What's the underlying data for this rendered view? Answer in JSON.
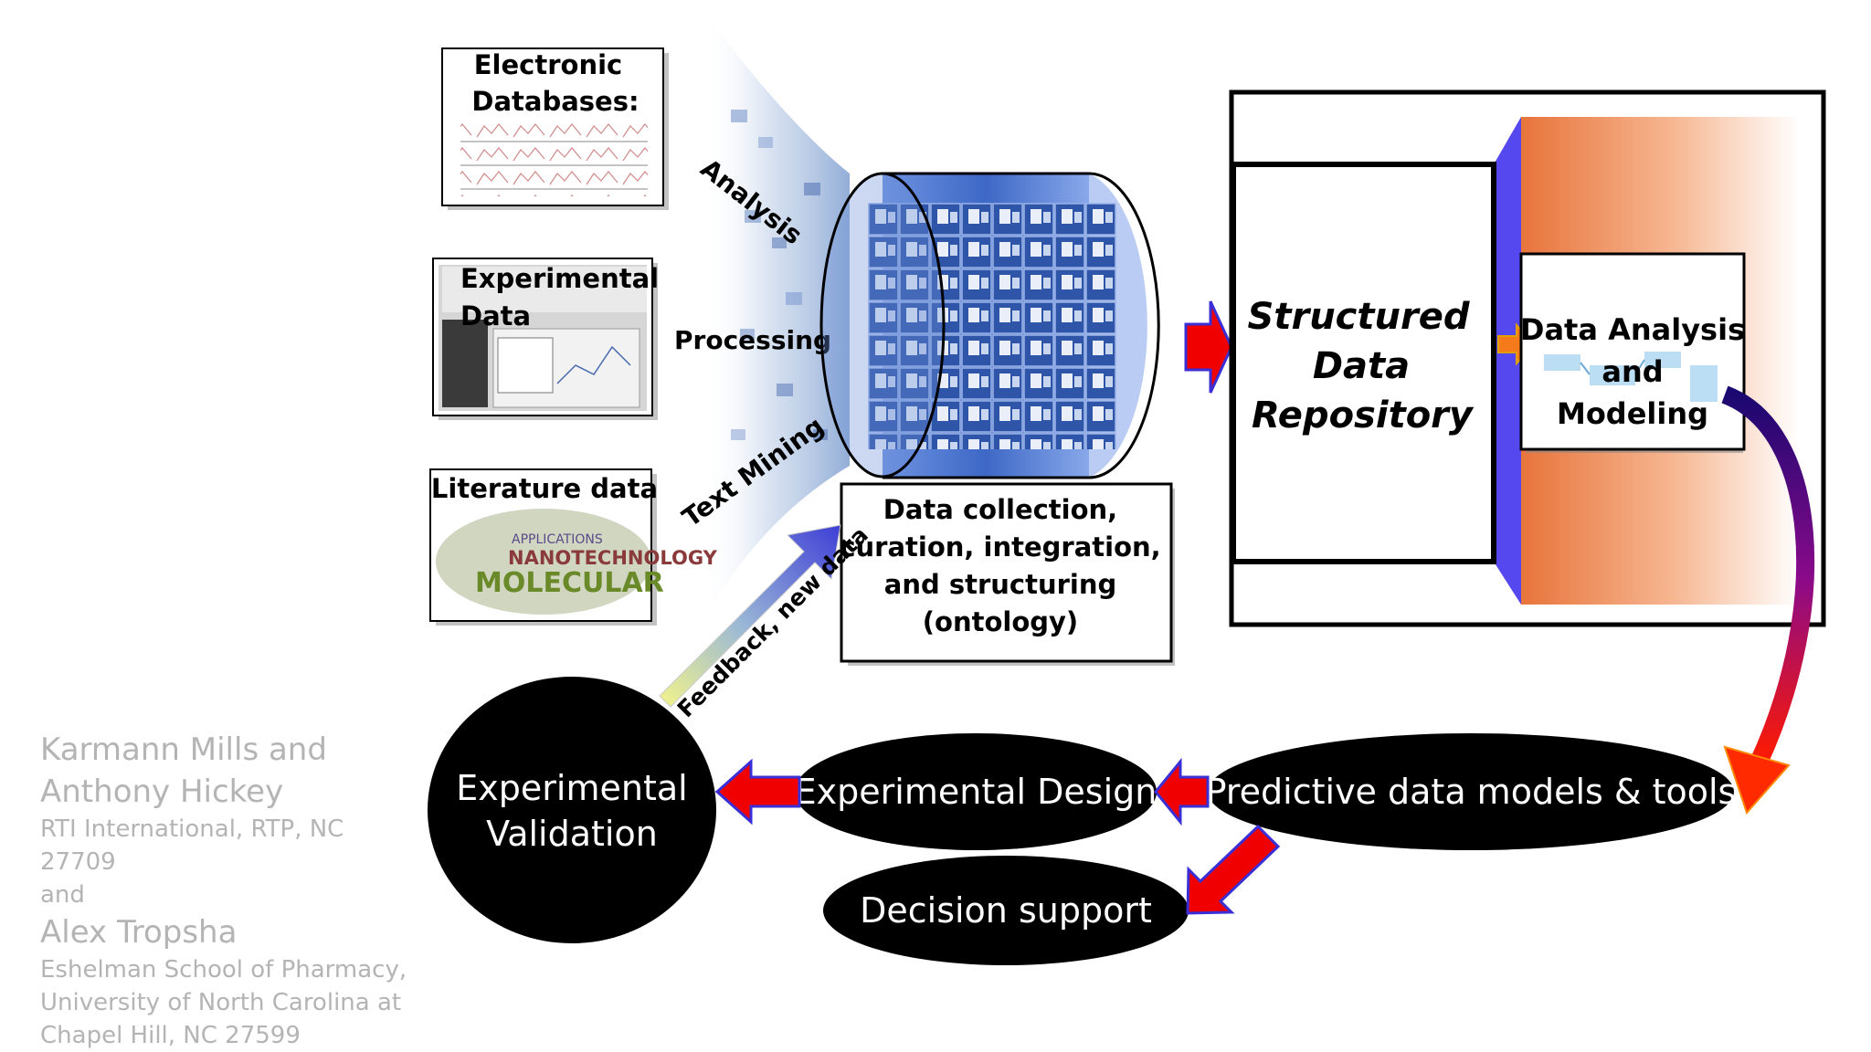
{
  "sources": {
    "electronic": {
      "line1": "Electronic",
      "line2": "Databases:"
    },
    "experimental": {
      "line1": "Experimental",
      "line2": "Data"
    },
    "literature": {
      "title": "Literature data",
      "cloud_words": [
        "NANOTECHNOLOGY",
        "MOLECULAR",
        "APPLICATIONS"
      ]
    }
  },
  "funnel_labels": {
    "analysis": "Analysis",
    "processing": "Processing",
    "text_mining": "Text Mining"
  },
  "curation_box": {
    "line1": "Data collection,",
    "line2": "curation,  integration,",
    "line3": "and structuring",
    "line4": "(ontology)"
  },
  "repository": {
    "line1": "Structured",
    "line2": "Data",
    "line3": "Repository"
  },
  "analysis_box": {
    "line1": "Data Analysis",
    "line2": "and",
    "line3": "Modeling"
  },
  "feedback_arrow_label": "Feedback, new data",
  "ellipses": {
    "validation": {
      "line1": "Experimental",
      "line2": "Validation"
    },
    "design": "Experimental Design",
    "predictive": "Predictive data models & tools",
    "decision": "Decision support"
  },
  "credits": {
    "authors_line1": "Karmann Mills and",
    "authors_line2": "Anthony Hickey",
    "affiliation1": "RTI International, RTP, NC 27709",
    "and": "and",
    "author3": "Alex Tropsha",
    "affil2_line1": "Eshelman School of Pharmacy,",
    "affil2_line2": "University of North Carolina at",
    "affil2_line3": "Chapel Hill, NC 27599"
  },
  "colors": {
    "arrow_red": "#f00000",
    "arrow_outline": "#3a2fd6",
    "cylinder_blue": "#4a78d6",
    "panel_orange": "#e8743b",
    "ellipse_black": "#000000"
  }
}
